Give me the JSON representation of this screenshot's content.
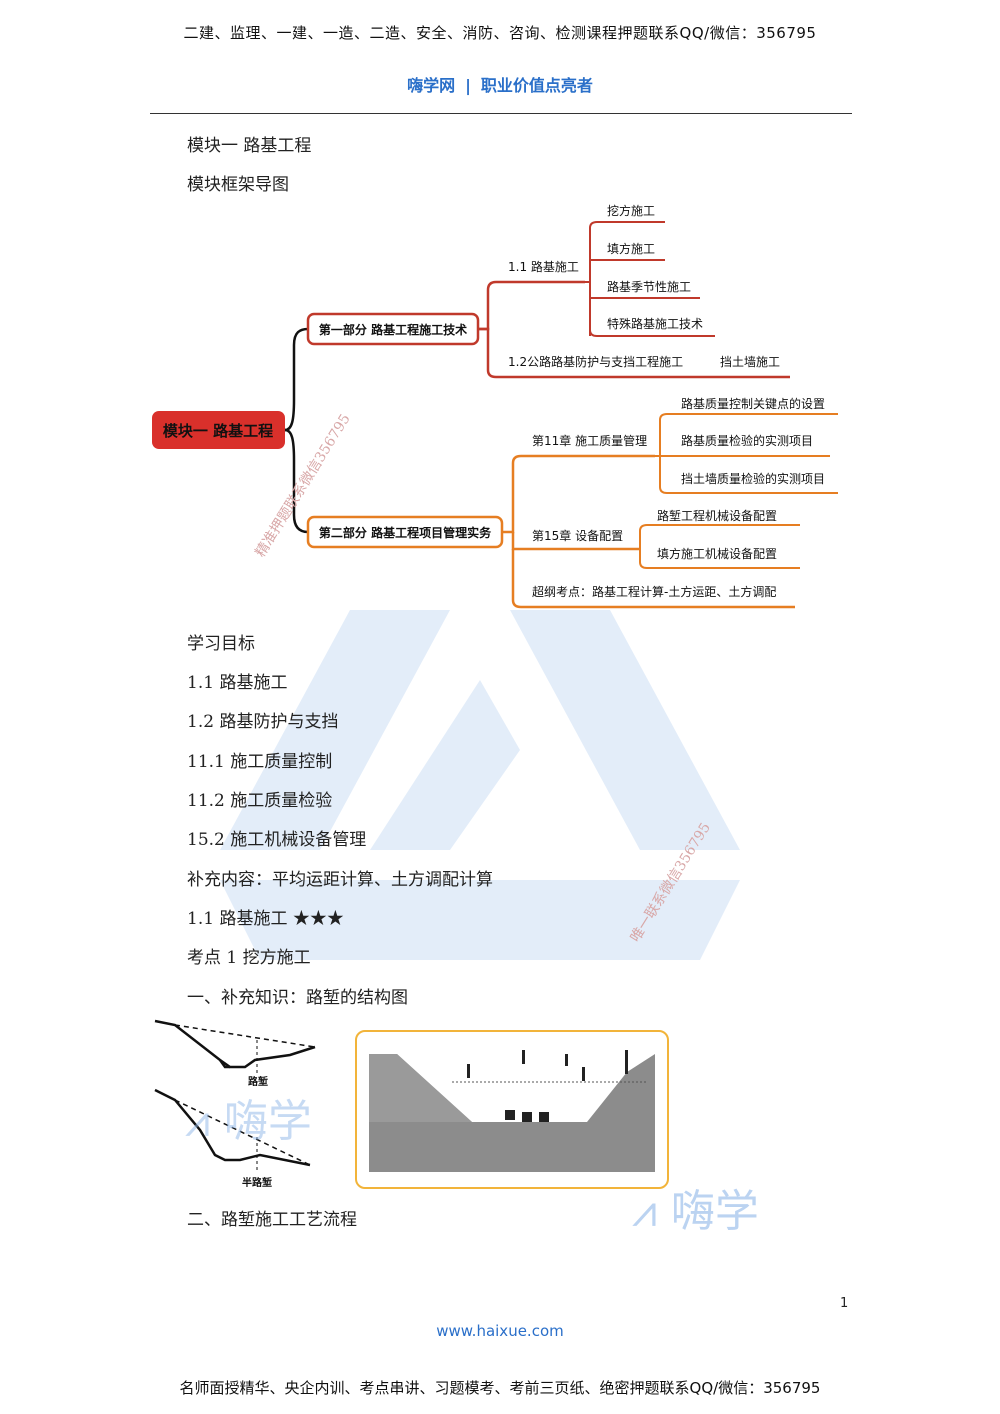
{
  "header": {
    "banner": "二建、监理、一建、一造、二造、安全、消防、咨询、检测课程押题联系QQ/微信：356795",
    "brand_name": "嗨学网",
    "brand_sep": "|",
    "brand_slogan": "职业价值点亮者"
  },
  "content": {
    "module_title": "模块一 路基工程",
    "frame_title": "模块框架导图",
    "goals_title": "学习目标",
    "goals": [
      "1.1 路基施工",
      "1.2 路基防护与支挡",
      "11.1 施工质量控制",
      "11.2 施工质量检验",
      "15.2 施工机械设备管理"
    ],
    "supplement": "补充内容：平均运距计算、土方调配计算",
    "section_heading": "1.1 路基施工 ★★★",
    "kaodian": "考点 1 挖方施工",
    "sub1": "一、补充知识：路堑的结构图",
    "sub2": "二、路堑施工工艺流程"
  },
  "mindmap": {
    "root": "模块一 路基工程",
    "part1": "第一部分 路基工程施工技术",
    "p1_c1": "1.1 路基施工",
    "p1_c1_items": [
      "挖方施工",
      "填方施工",
      "路基季节性施工",
      "特殊路基施工技术"
    ],
    "p1_c2": "1.2公路路基防护与支挡工程施工",
    "p1_c2_item": "挡土墙施工",
    "part2": "第二部分 路基工程项目管理实务",
    "p2_c1": "第11章 施工质量管理",
    "p2_c1_items": [
      "路基质量控制关键点的设置",
      "路基质量检验的实测项目",
      "挡土墙质量检验的实测项目"
    ],
    "p2_c2": "第15章 设备配置",
    "p2_c2_items": [
      "路堑工程机械设备配置",
      "填方施工机械设备配置"
    ],
    "p2_c3": "超纲考点：路基工程计算-土方运距、土方调配"
  },
  "figure": {
    "label_lukan": "路堑",
    "label_banlukan": "半路堑"
  },
  "watermarks": {
    "diag1": "精准押题联系微信356795",
    "diag2": "唯一联系微信356795",
    "logo_text": "嗨学"
  },
  "footer": {
    "page_number": "1",
    "site": "www.haixue.com",
    "banner": "名师面授精华、央企内训、考点串讲、习题模考、考前三页纸、绝密押题联系QQ/微信：356795"
  },
  "colors": {
    "brand_blue": "#2a6fc9",
    "root_red": "#d9302b",
    "part1_border": "#c0392b",
    "part2_border": "#e67e22"
  }
}
